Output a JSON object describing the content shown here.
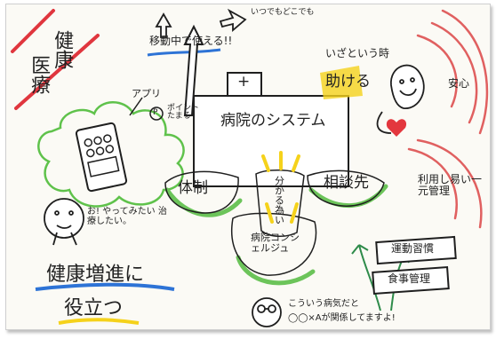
{
  "title": {
    "line1": "健康",
    "line2": "医療"
  },
  "top": {
    "usable_on_move": "移動中で使える!!",
    "anytime_anywhere": "いつでもどこでも",
    "accessible": "いつでもどこでも"
  },
  "app": {
    "label": "アプリ",
    "point_label": "ポイントたまる",
    "point_glyph": "P"
  },
  "hospital": {
    "cross": "+",
    "system": "病院のシステム"
  },
  "right": {
    "emergency": "いざという時",
    "helpful": "助ける",
    "anxiety": "安心",
    "one_stop": "利用し易い一元管理"
  },
  "petals": {
    "structure": "体制",
    "consult": "相談先",
    "connection": "分かる為い"
  },
  "concierge": "病院コンシェルジュ",
  "person_left": {
    "speech": "お! やってみたい 治療したい。"
  },
  "goal": {
    "line1": "健康増進に",
    "line2": "役立つ"
  },
  "habits": {
    "exercise": "運動習慣",
    "diet": "食事管理"
  },
  "bottom": {
    "line1": "こういう病気だと",
    "line2": "◯◯×Aが関係してますよ!"
  },
  "colors": {
    "title_red": "#e0363e",
    "cloud_green": "#5fc24b",
    "goal_blue": "#2d73d6",
    "highlight_yellow": "#f5d21b",
    "right_red": "#e06060",
    "petal_green": "#6cc45a",
    "heart_red": "#e3373e",
    "ink": "#1f1f1f"
  },
  "icons": [
    "up-arrow-icon",
    "right-arrow-icon",
    "phone-icon",
    "hospital-building-icon",
    "heart-icon",
    "face-icon",
    "plant-arrow-icon"
  ]
}
